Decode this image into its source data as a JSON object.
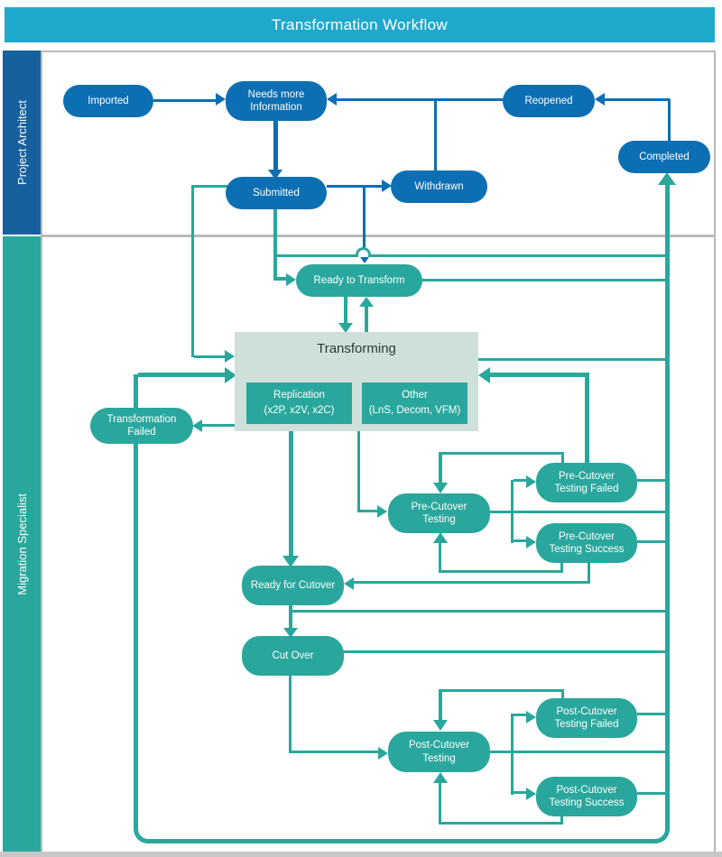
{
  "header": {
    "title": "Transformation Workflow"
  },
  "lanes": {
    "architect": "Project Architect",
    "specialist": "Migration Specialist"
  },
  "nodes": {
    "imported": "Imported",
    "needs_more_information": "Needs more Information",
    "reopened": "Reopened",
    "completed": "Completed",
    "submitted": "Submitted",
    "withdrawn": "Withdrawn",
    "ready_to_transform": "Ready to Transform",
    "transformation_failed": "Transformation Failed",
    "pre_cutover_testing": "Pre-Cutover Testing",
    "pre_cutover_testing_failed": "Pre-Cutover Testing Failed",
    "pre_cutover_testing_success": "Pre-Cutover Testing Success",
    "ready_for_cutover": "Ready for Cutover",
    "cut_over": "Cut Over",
    "post_cutover_testing": "Post-Cutover Testing",
    "post_cutover_testing_failed": "Post-Cutover Testing Failed",
    "post_cutover_testing_success": "Post-Cutover Testing Success"
  },
  "transforming": {
    "title": "Transforming",
    "replication_line1": "Replication",
    "replication_line2": "(x2P, x2V, x2C)",
    "other_line1": "Other",
    "other_line2": "(LnS, Decom, VFM)"
  },
  "colors": {
    "header": "#1ea9cc",
    "architect_lane": "#17609e",
    "blue_node": "#0d6fb3",
    "teal": "#2aa79c",
    "box_bg": "#cfe0db"
  }
}
